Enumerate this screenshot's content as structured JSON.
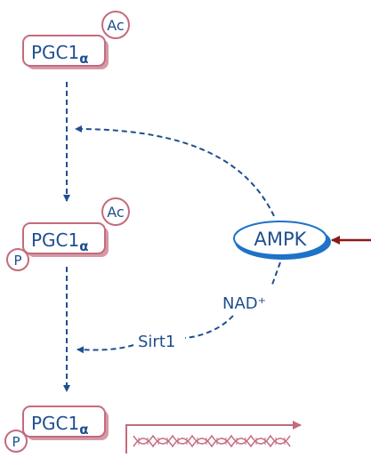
{
  "diagram": {
    "node_top": {
      "name": "PGC1",
      "sub": "α",
      "badge_ac": "Ac"
    },
    "node_mid": {
      "name": "PGC1",
      "sub": "α",
      "badge_ac": "Ac",
      "badge_p": "P"
    },
    "node_bottom": {
      "name": "PGC1",
      "sub": "α",
      "badge_p": "P"
    },
    "ampk": {
      "label": "AMPK"
    },
    "nad": {
      "label": "NAD⁺"
    },
    "sirt1": {
      "label": "Sirt1"
    },
    "colors": {
      "box_border": "#c46b7d",
      "box_shadow": "#d49aa6",
      "text": "#1f4f8f",
      "arrow_blue": "#1f4f8f",
      "ampk_fill": "#1e73c8",
      "input_arrow": "#8b1a1a",
      "dna": "#c46b7d"
    }
  }
}
